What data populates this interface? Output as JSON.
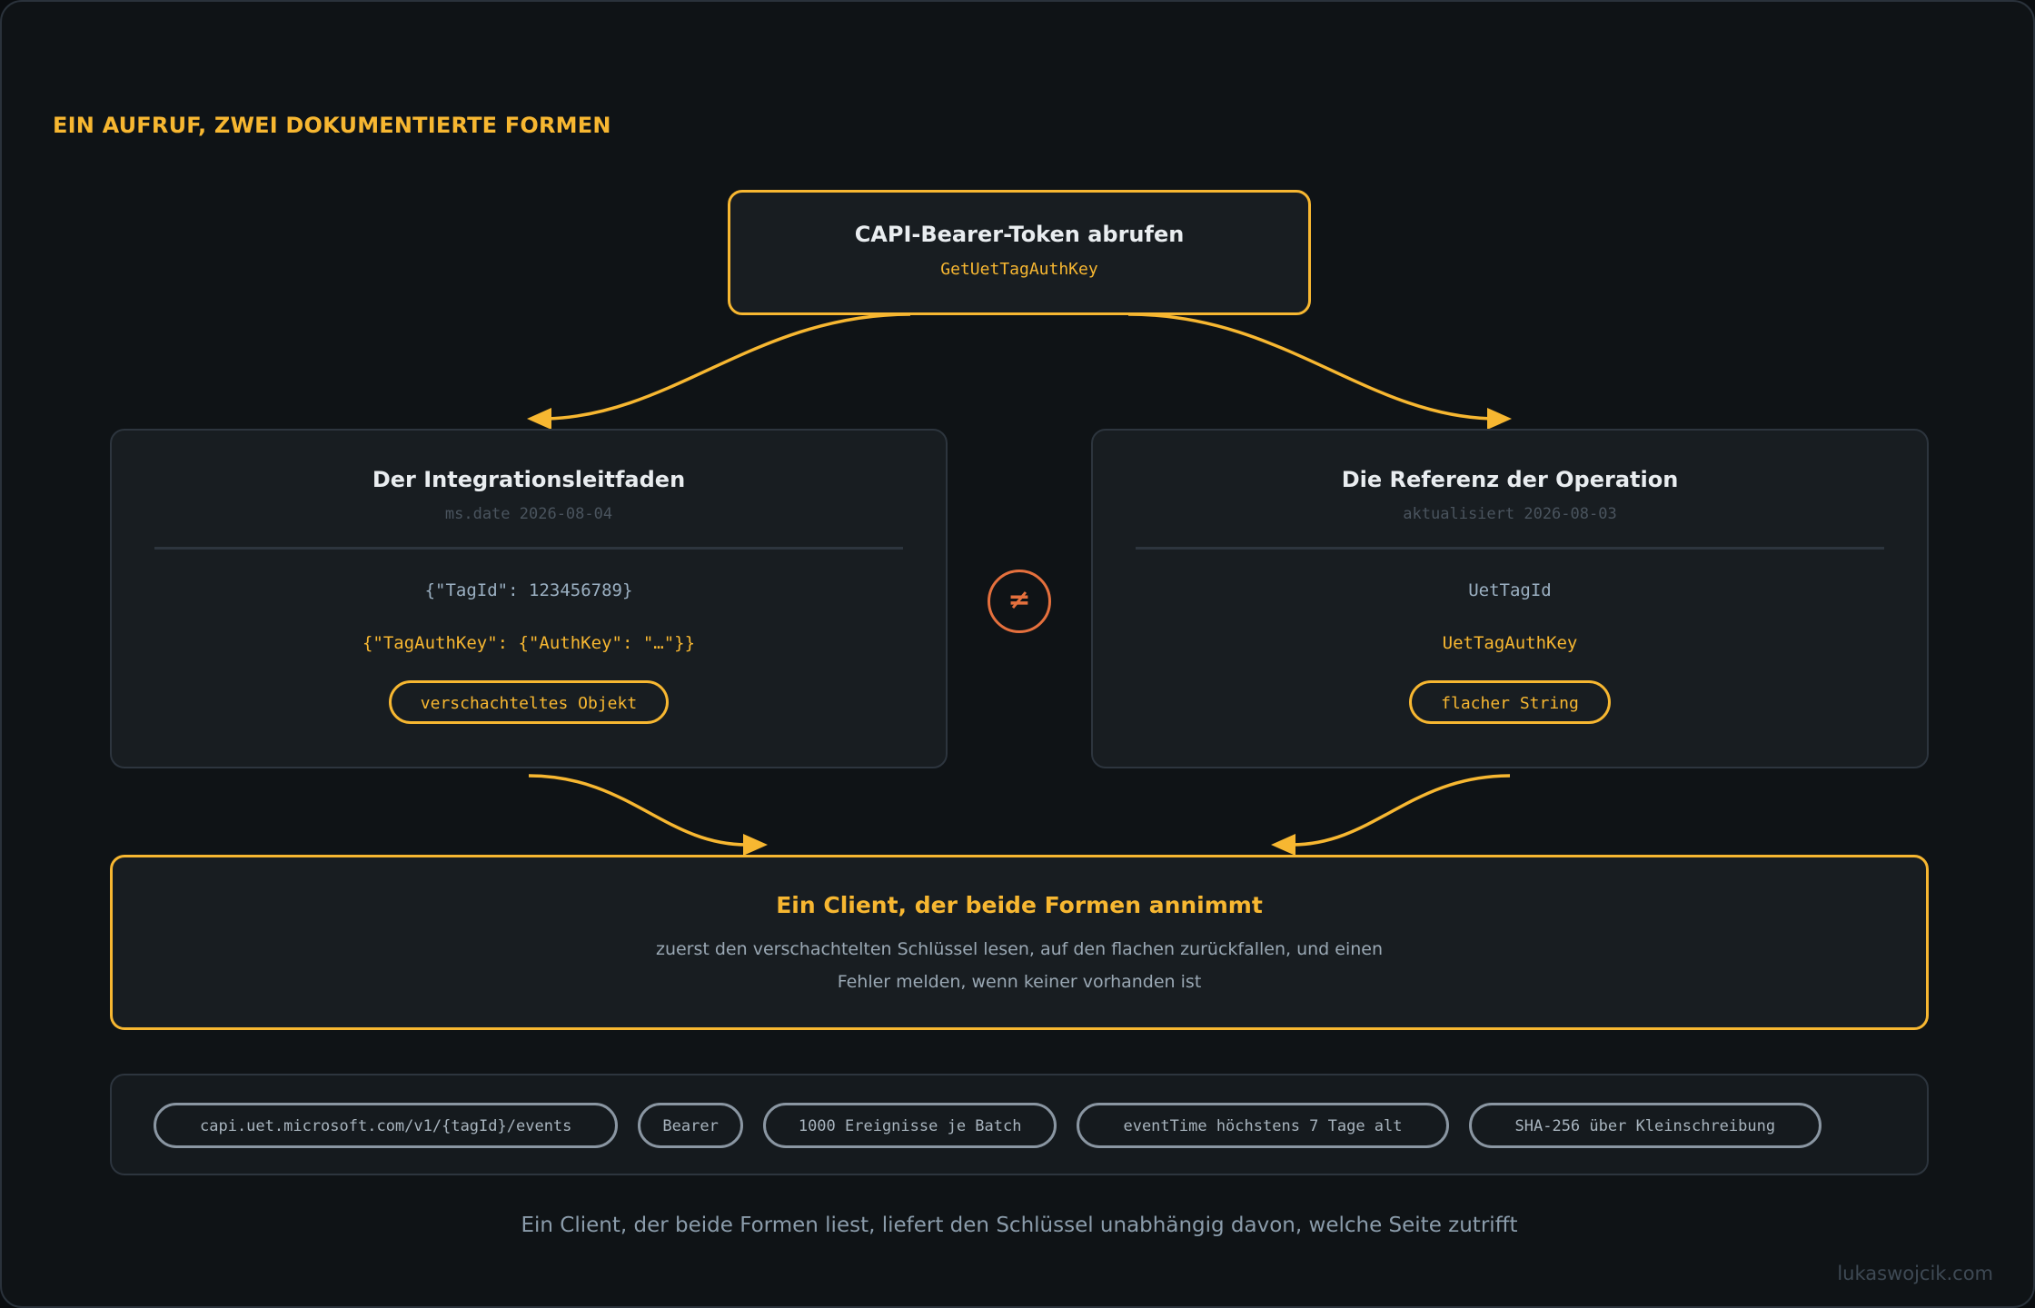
{
  "heading": "EIN AUFRUF, ZWEI DOKUMENTIERTE FORMEN",
  "top_box": {
    "title": "CAPI-Bearer-Token abrufen",
    "operation": "GetUetTagAuthKey"
  },
  "left_panel": {
    "title": "Der Integrationsleitfaden",
    "meta": "ms.date 2026-08-04",
    "request": "{\"TagId\": 123456789}",
    "response": "{\"TagAuthKey\": {\"AuthKey\": \"…\"}}",
    "shape": "verschachteltes Objekt"
  },
  "not_equal_symbol": "≠",
  "right_panel": {
    "title": "Die Referenz der Operation",
    "meta": "aktualisiert 2026-08-03",
    "request": "UetTagId",
    "response": "UetTagAuthKey",
    "shape": "flacher String"
  },
  "result_box": {
    "title": "Ein Client, der beide Formen annimmt",
    "line1": "zuerst den verschachtelten Schlüssel lesen, auf den flachen zurückfallen, und einen",
    "line2": "Fehler melden, wenn keiner vorhanden ist"
  },
  "tags": [
    "capi.uet.microsoft.com/v1/{tagId}/events",
    "Bearer",
    "1000 Ereignisse je Batch",
    "eventTime höchstens 7 Tage alt",
    "SHA-256 über Kleinschreibung"
  ],
  "footer": "Ein Client, der beide Formen liest, liefert den Schlüssel unabhängig davon, welche Seite zutrifft",
  "credit": "lukaswojcik.com",
  "colors": {
    "accent": "#f7b731",
    "warning": "#e5703d",
    "background": "#0f1316",
    "panel": "#181d21"
  }
}
